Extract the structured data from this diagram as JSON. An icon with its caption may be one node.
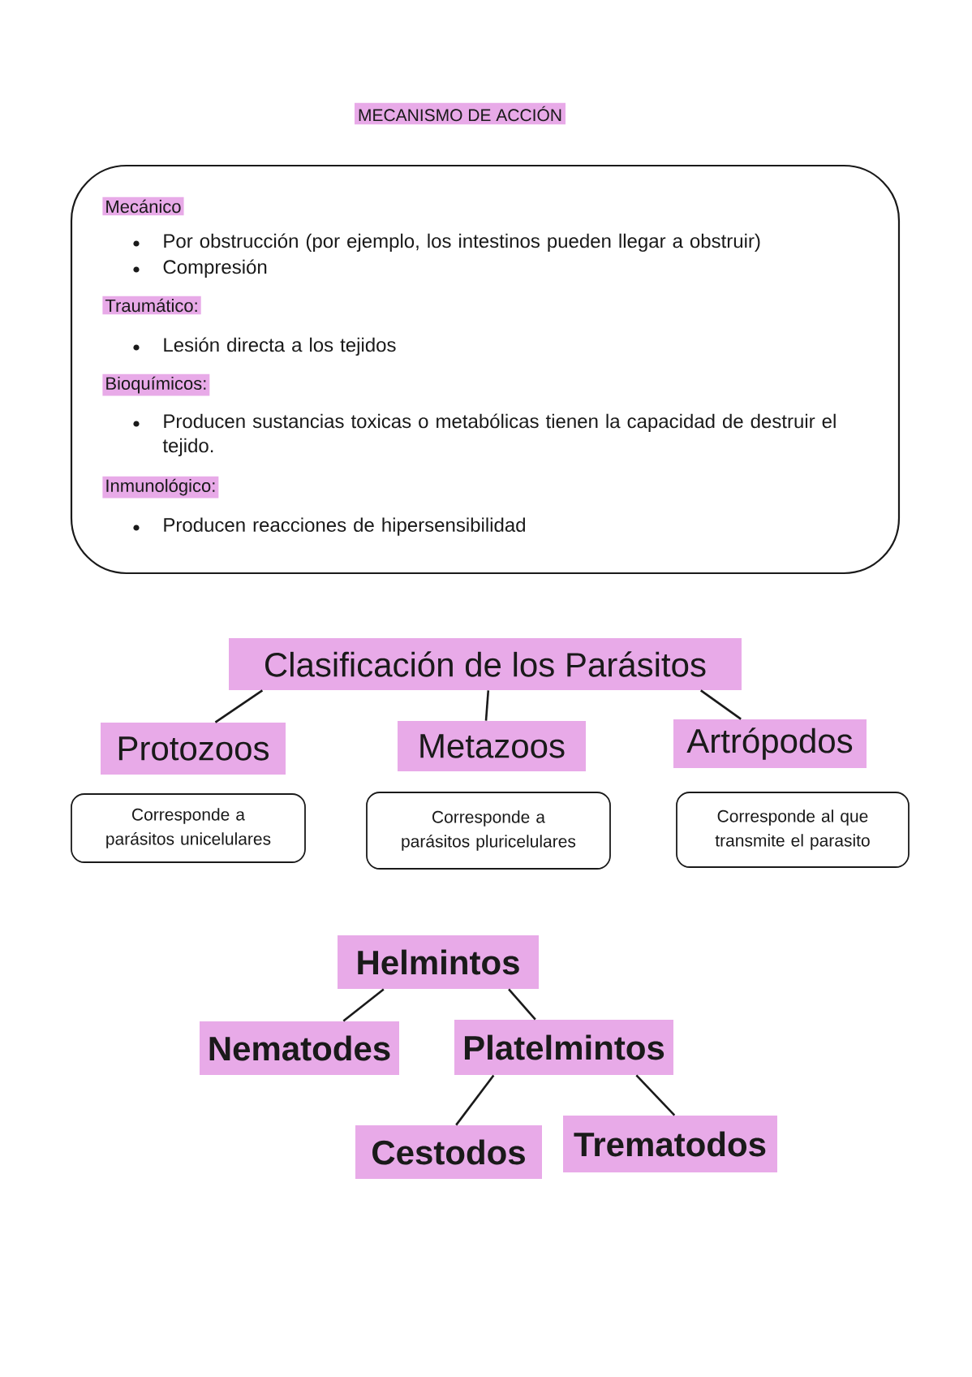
{
  "diagram": {
    "title": "MECANISMO DE ACCIÓN",
    "nodes": [
      {
        "text": [
          "Mecánico",
          "Por obstrucción (por ejemplo, los intestinos pueden llegar a obstruir)",
          "Compresión",
          "Traumático:",
          "Lesión directa a los tejidos",
          "Bioquímicos:",
          "Producen sustancias toxicas o metabólicas tienen la capacidad de destruir el tejido.",
          "Inmunológico:",
          "Producen reacciones de hipersensibilidad"
        ]
      },
      {
        "text": [
          "Clasificación de los Parásitos"
        ]
      },
      {
        "text": [
          "Protozoos"
        ]
      },
      {
        "text": [
          "Metazoos"
        ]
      },
      {
        "text": [
          "Artrópodos"
        ]
      },
      {
        "text": [
          "Corresponde a parásitos unicelulares"
        ]
      },
      {
        "text": [
          "Corresponde a parásitos pluricelulares"
        ]
      },
      {
        "text": [
          "Corresponde al que transmite el parasito"
        ]
      },
      {
        "text": [
          "Helmintos"
        ]
      },
      {
        "text": [
          "Nematodes"
        ]
      },
      {
        "text": [
          "Platelmintos"
        ]
      },
      {
        "text": [
          "Cestodos"
        ]
      },
      {
        "text": [
          "Trematodos"
        ]
      }
    ],
    "edges": [
      {
        "from": 1,
        "to": 2,
        "arrow": "none"
      },
      {
        "from": 1,
        "to": 3,
        "arrow": "none"
      },
      {
        "from": 1,
        "to": 4,
        "arrow": "none"
      },
      {
        "from": 8,
        "to": 9,
        "arrow": "none"
      },
      {
        "from": 8,
        "to": 10,
        "arrow": "none"
      },
      {
        "from": 10,
        "to": 11,
        "arrow": "none"
      },
      {
        "from": 10,
        "to": 12,
        "arrow": "none"
      }
    ]
  }
}
